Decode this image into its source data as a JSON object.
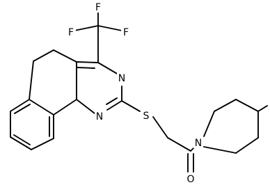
{
  "molecule": {
    "atoms": {
      "f1": "F",
      "f2": "F",
      "f3": "F",
      "n_upper": "N",
      "n_lower": "N",
      "s": "S",
      "n_piperidine": "N",
      "o": "O"
    }
  },
  "colors": {
    "bond": "#000000",
    "background": "#ffffff"
  }
}
